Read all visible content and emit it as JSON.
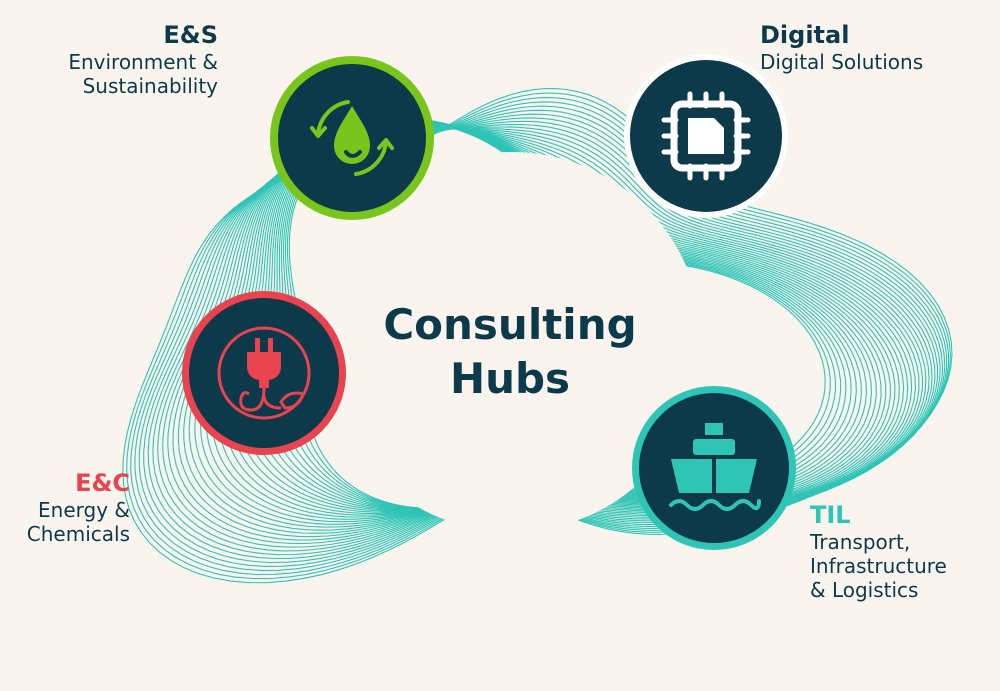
{
  "center": {
    "line1": "Consulting",
    "line2": "Hubs"
  },
  "hubs": [
    {
      "abbr": "E&S",
      "lines": [
        "Environment &",
        "Sustainability"
      ],
      "accent": "#7ac51c",
      "icon": "water-drop-cycle-icon"
    },
    {
      "abbr": "Digital",
      "lines": [
        "Digital Solutions"
      ],
      "accent": "#ffffff",
      "icon": "microchip-icon"
    },
    {
      "abbr": "E&C",
      "lines": [
        "Energy &",
        "Chemicals"
      ],
      "accent": "#e8434f",
      "icon": "plug-leaf-icon"
    },
    {
      "abbr": "TIL",
      "lines": [
        "Transport,",
        "Infrastructure",
        "& Logistics"
      ],
      "accent": "#2ec4b6",
      "icon": "ship-icon"
    }
  ],
  "colors": {
    "background": "#f9f5ee",
    "navy": "#0d3a4a",
    "teal": "#2ec4b6",
    "green": "#7ac51c",
    "red": "#e8434f"
  }
}
